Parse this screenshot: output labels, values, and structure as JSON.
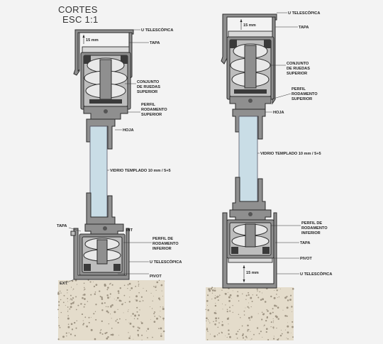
{
  "title": {
    "line1": "CORTES",
    "line2": "ESC 1:1"
  },
  "left_section": {
    "labels": {
      "u_telescopica": "U TELESCÓPICA",
      "dim_15": "15 mm",
      "tapa_top": "TAPA",
      "conjunto_1": "CONJUNTO",
      "conjunto_2": "DE RUEDAS",
      "conjunto_3": "SUPERIOR",
      "perfil_sup_1": "PERFIL",
      "perfil_sup_2": "RODAMENTO",
      "perfil_sup_3": "SUPERIOR",
      "hoja": "HOJA",
      "vidrio": "VIDRIO TEMPLADO 10 mm / 5+5",
      "tapa_bottom": "TAPA",
      "int": "INT",
      "perfil_inf_1": "PERFIL DE",
      "perfil_inf_2": "RODAMENTO",
      "perfil_inf_3": "INFERIOR",
      "u_telescopica_bottom": "U TELESCÓPICA",
      "pivot": "PIVOT",
      "ext": "EXT"
    }
  },
  "right_section": {
    "labels": {
      "u_telescopica": "U TELESCÓPICA",
      "dim_15_top": "15 mm",
      "tapa_top": "TAPA",
      "conjunto_1": "CONJUNTO",
      "conjunto_2": "DE RUEDAS",
      "conjunto_3": "SUPERIOR",
      "perfil_sup_1": "PERFIL",
      "perfil_sup_2": "RODAMENTO",
      "perfil_sup_3": "SUPERIOR",
      "hoja": "HOJA",
      "vidrio": "VIDRIO TEMPLADO 10 mm / 5+5",
      "perfil_inf_1": "PERFIL DE",
      "perfil_inf_2": "RODAMENTO",
      "perfil_inf_3": "INFERIOR",
      "tapa_bottom": "TAPA",
      "pivot": "PIVOT",
      "dim_15_bottom": "15 mm",
      "u_telescopica_bottom": "U TELESCÓPICA"
    }
  }
}
